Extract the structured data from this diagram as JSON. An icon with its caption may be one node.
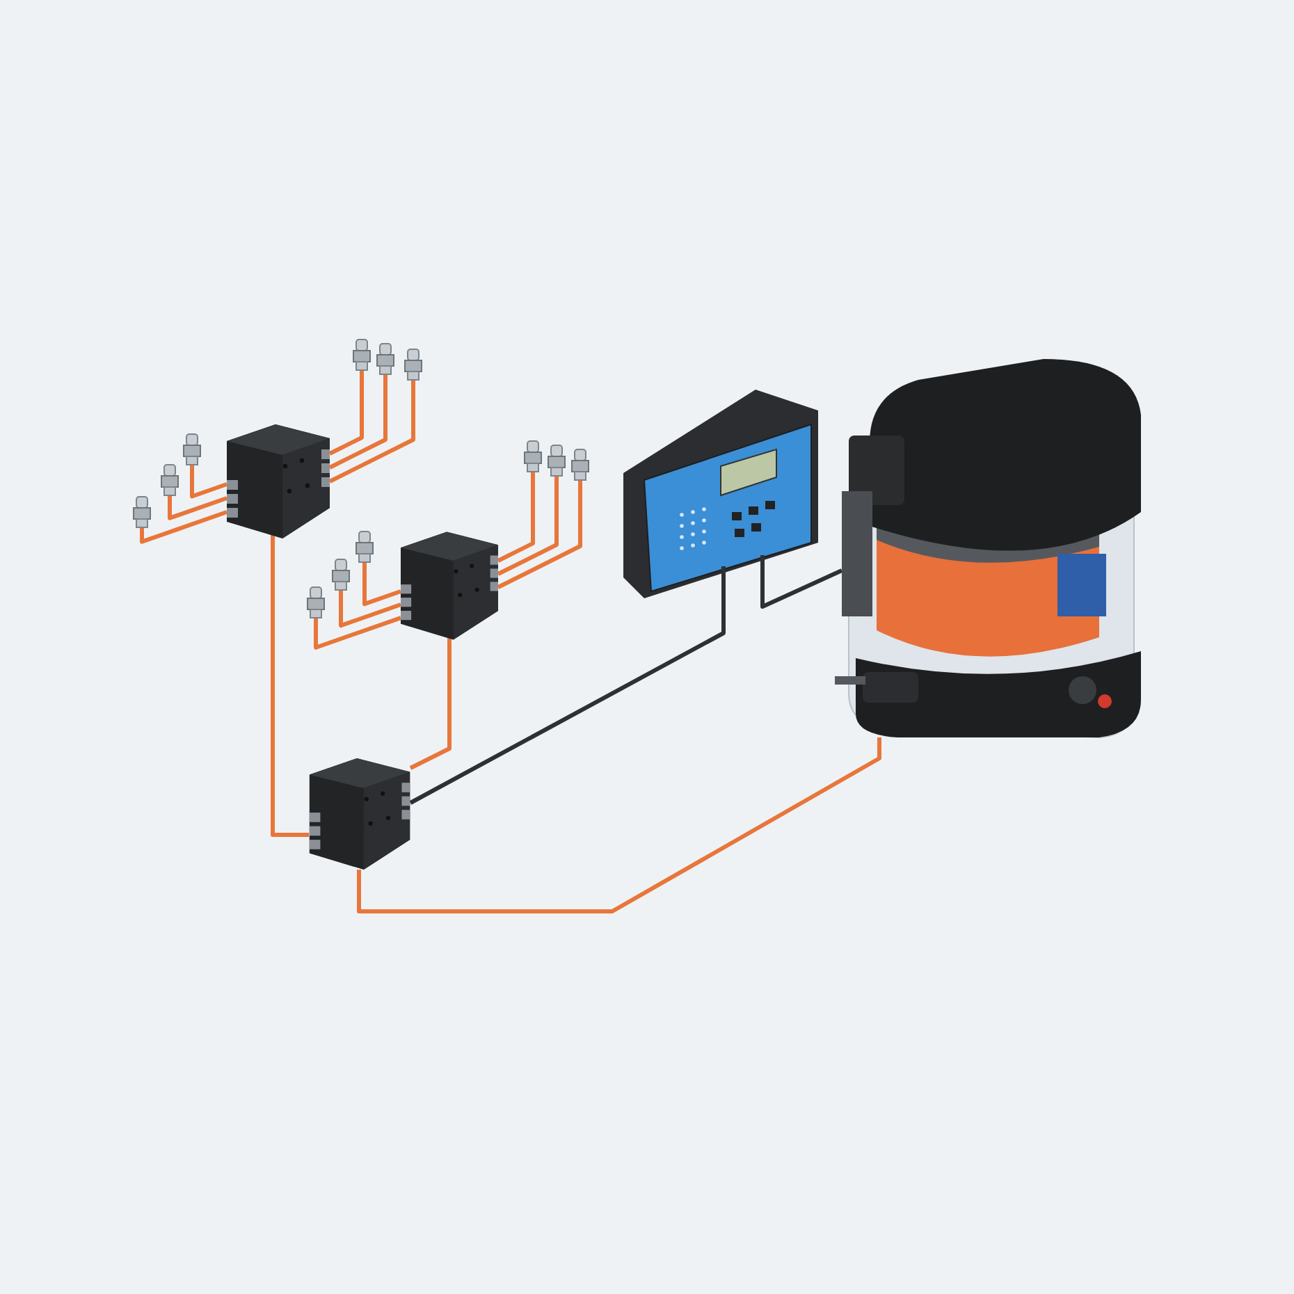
{
  "diagram": {
    "nodes": [
      {
        "text": [],
        "shape": "picture"
      },
      {
        "text": [],
        "shape": "picture"
      },
      {
        "text": [],
        "shape": "picture"
      },
      {
        "text": [],
        "shape": "picture"
      },
      {
        "text": [],
        "shape": "picture"
      },
      {
        "text": [],
        "shape": "picture"
      },
      {
        "text": [],
        "shape": "picture"
      },
      {
        "text": [],
        "shape": "picture"
      },
      {
        "text": [],
        "shape": "picture"
      },
      {
        "text": [],
        "shape": "picture"
      },
      {
        "text": [],
        "shape": "picture"
      },
      {
        "text": [],
        "shape": "picture"
      },
      {
        "text": [],
        "shape": "picture"
      },
      {
        "text": [],
        "shape": "picture"
      },
      {
        "text": [],
        "shape": "picture"
      },
      {
        "text": [],
        "shape": "picture"
      },
      {
        "text": [],
        "shape": "picture"
      }
    ],
    "edges": [
      {
        "from": 0,
        "to": 2,
        "arrow": "none"
      },
      {
        "from": 1,
        "to": 0,
        "arrow": "none",
        "color": "#2e3033"
      },
      {
        "from": 1,
        "to": 2,
        "arrow": "none",
        "color": "#2e3033"
      },
      {
        "from": 2,
        "to": 3,
        "arrow": "none"
      },
      {
        "from": 2,
        "to": 4,
        "arrow": "none"
      },
      {
        "from": 3,
        "to": 5,
        "arrow": "none"
      },
      {
        "from": 3,
        "to": 6,
        "arrow": "none"
      },
      {
        "from": 3,
        "to": 7,
        "arrow": "none"
      },
      {
        "from": 3,
        "to": 8,
        "arrow": "none"
      },
      {
        "from": 3,
        "to": 9,
        "arrow": "none"
      },
      {
        "from": 3,
        "to": 10,
        "arrow": "none"
      },
      {
        "from": 4,
        "to": 11,
        "arrow": "none"
      },
      {
        "from": 4,
        "to": 12,
        "arrow": "none"
      },
      {
        "from": 4,
        "to": 13,
        "arrow": "none"
      },
      {
        "from": 4,
        "to": 14,
        "arrow": "none"
      },
      {
        "from": 4,
        "to": 15,
        "arrow": "none"
      },
      {
        "from": 4,
        "to": 16,
        "arrow": "none"
      }
    ]
  }
}
